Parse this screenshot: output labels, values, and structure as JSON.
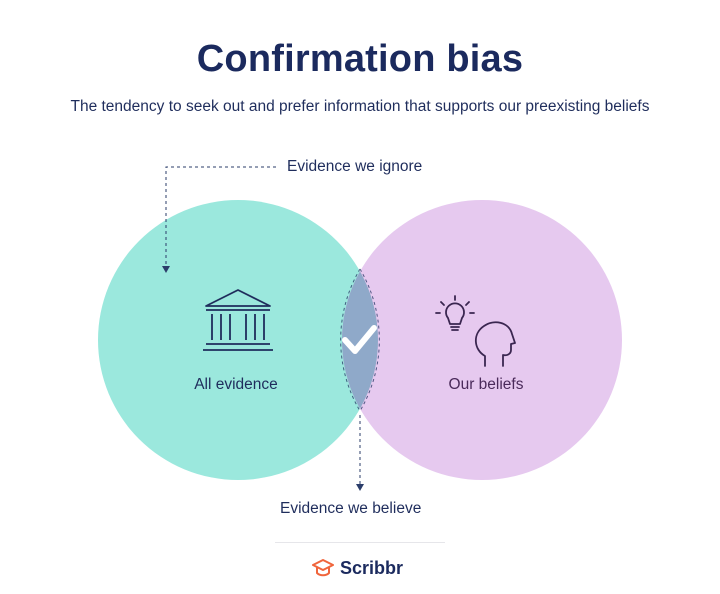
{
  "title": "Confirmation bias",
  "subtitle": "The tendency to seek out and prefer information that supports our preexisting beliefs",
  "labels": {
    "evidence_ignore": "Evidence we ignore",
    "evidence_believe": "Evidence we believe",
    "all_evidence": "All evidence",
    "our_beliefs": "Our beliefs"
  },
  "brand": {
    "name": "Scribbr"
  },
  "icons": {
    "left_circle": "institution-building-icon",
    "right_circle": "lightbulb-head-icon",
    "overlap": "checkmark-icon",
    "brand": "graduation-cap-icon"
  },
  "colors": {
    "left_circle": "#9be8dd",
    "right_circle": "#e6c9ef",
    "overlap": "#8fa9c9",
    "text": "#1b2a5e",
    "brand_accent": "#f0653c"
  }
}
